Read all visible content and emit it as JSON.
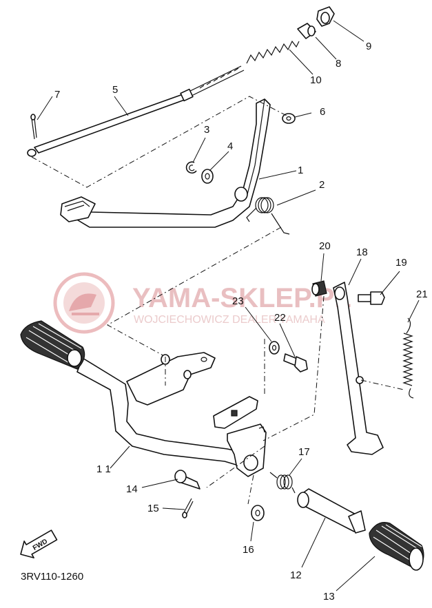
{
  "diagram": {
    "code": "3RV110-1260",
    "fwd_label": "FWD",
    "watermark": {
      "title": "YAMA-SKLEP.PL",
      "subtitle": "WOJCIECHOWICZ DEALER YAMAHA"
    },
    "callouts": [
      {
        "id": "c1",
        "label": "1"
      },
      {
        "id": "c2",
        "label": "2"
      },
      {
        "id": "c3",
        "label": "3"
      },
      {
        "id": "c4",
        "label": "4"
      },
      {
        "id": "c5",
        "label": "5"
      },
      {
        "id": "c6",
        "label": "6"
      },
      {
        "id": "c7",
        "label": "7"
      },
      {
        "id": "c8",
        "label": "8"
      },
      {
        "id": "c9",
        "label": "9"
      },
      {
        "id": "c10",
        "label": "10"
      },
      {
        "id": "c11",
        "label": "1 1"
      },
      {
        "id": "c12",
        "label": "12"
      },
      {
        "id": "c13",
        "label": "13"
      },
      {
        "id": "c14",
        "label": "14"
      },
      {
        "id": "c15",
        "label": "15"
      },
      {
        "id": "c16",
        "label": "16"
      },
      {
        "id": "c17",
        "label": "17"
      },
      {
        "id": "c18",
        "label": "18"
      },
      {
        "id": "c19",
        "label": "19"
      },
      {
        "id": "c20",
        "label": "20"
      },
      {
        "id": "c21",
        "label": "21"
      },
      {
        "id": "c22",
        "label": "22"
      },
      {
        "id": "c23",
        "label": "23"
      }
    ]
  }
}
